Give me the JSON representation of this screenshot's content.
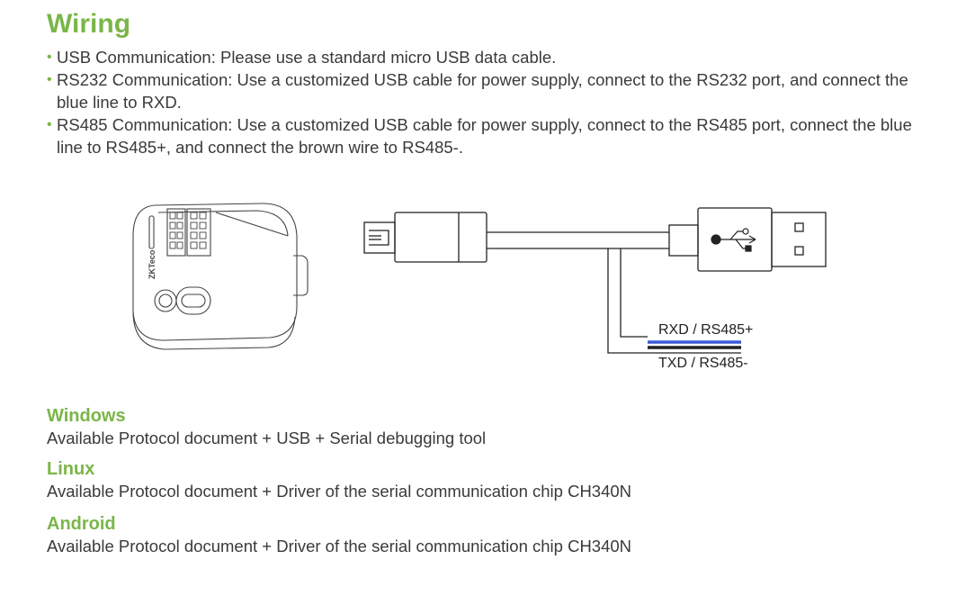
{
  "title": "Wiring",
  "bullets": [
    "USB Communication: Please use a standard micro USB data cable.",
    "RS232 Communication: Use a customized USB cable for power supply, connect to the RS232 port, and connect the blue line to RXD.",
    "RS485 Communication: Use a customized USB cable for power supply, connect to the RS485 port, connect the blue line to RS485+, and connect the brown wire to RS485-."
  ],
  "diagram": {
    "device_logo": "ZKTeco",
    "wire_labels": {
      "blue": "RXD / RS485+",
      "black": "TXD / RS485-"
    },
    "colors": {
      "blue_wire": "#3b5bd6",
      "black_wire": "#222222"
    }
  },
  "os": [
    {
      "name": "Windows",
      "text": "Available Protocol document + USB + Serial debugging tool"
    },
    {
      "name": "Linux",
      "text": "Available Protocol document + Driver of the serial communication chip CH340N"
    },
    {
      "name": "Android",
      "text": "Available Protocol document + Driver of the serial communication chip CH340N"
    }
  ],
  "colors": {
    "accent": "#7ab648",
    "text": "#3a3a3a"
  }
}
